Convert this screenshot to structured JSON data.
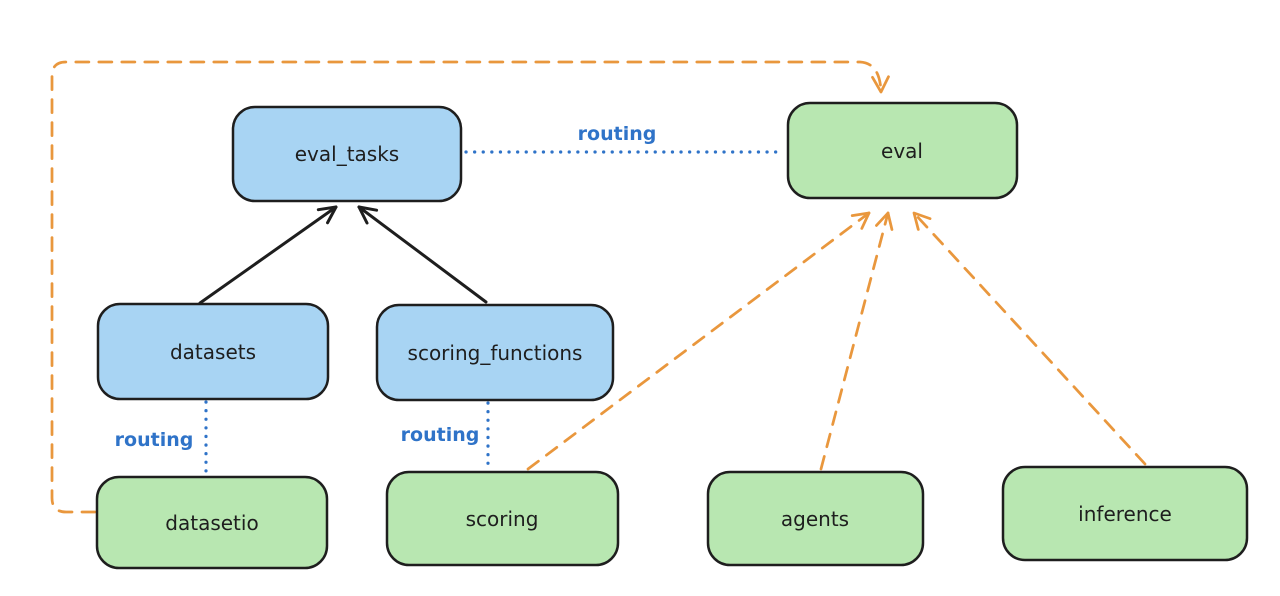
{
  "diagram": {
    "description": "architecture-diagram",
    "colors": {
      "background": "#ffffff",
      "node_stroke": "#1e1e1e",
      "blue_fill": "#a8d4f3",
      "green_fill": "#b8e7b1",
      "black_edge": "#1e1e1e",
      "orange_edge": "#e9973d",
      "routing_blue": "#2f73c8"
    },
    "nodes": {
      "eval_tasks": {
        "label": "eval_tasks",
        "fill": "#a8d4f3"
      },
      "eval": {
        "label": "eval",
        "fill": "#b8e7b1"
      },
      "datasets": {
        "label": "datasets",
        "fill": "#a8d4f3"
      },
      "scoring_functions": {
        "label": "scoring_functions",
        "fill": "#a8d4f3"
      },
      "datasetio": {
        "label": "datasetio",
        "fill": "#b8e7b1"
      },
      "scoring": {
        "label": "scoring",
        "fill": "#b8e7b1"
      },
      "agents": {
        "label": "agents",
        "fill": "#b8e7b1"
      },
      "inference": {
        "label": "inference",
        "fill": "#b8e7b1"
      }
    },
    "edges": [
      {
        "from": "datasets",
        "to": "eval_tasks",
        "style": "solid-black-arrow",
        "label": ""
      },
      {
        "from": "scoring_functions",
        "to": "eval_tasks",
        "style": "solid-black-arrow",
        "label": ""
      },
      {
        "from": "eval_tasks",
        "to": "eval",
        "style": "dotted-blue",
        "label": "routing"
      },
      {
        "from": "datasets",
        "to": "datasetio",
        "style": "dotted-blue",
        "label": "routing"
      },
      {
        "from": "scoring_functions",
        "to": "scoring",
        "style": "dotted-blue",
        "label": "routing"
      },
      {
        "from": "datasetio",
        "to": "eval",
        "style": "dashed-orange-arrow",
        "label": ""
      },
      {
        "from": "scoring",
        "to": "eval",
        "style": "dashed-orange-arrow",
        "label": ""
      },
      {
        "from": "agents",
        "to": "eval",
        "style": "dashed-orange-arrow",
        "label": ""
      },
      {
        "from": "inference",
        "to": "eval",
        "style": "dashed-orange-arrow",
        "label": ""
      }
    ]
  }
}
